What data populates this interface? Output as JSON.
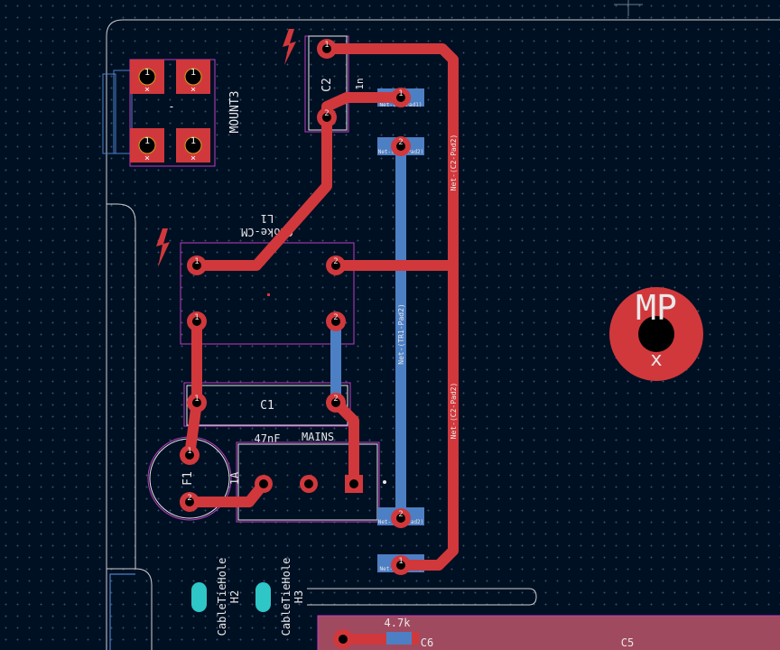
{
  "colors": {
    "background": "#001023",
    "front_copper": "#d1383c",
    "back_copper": "#4d7fc4",
    "silkscreen": "#e8e8e8",
    "courtyard": "#c03cc0",
    "board_outline": "#d0d0d0",
    "hole": "#000000",
    "cable_tie": "#2ec6c6",
    "zone_fill": "#a04a60"
  },
  "components": {
    "mount": {
      "ref": "MOUNT3",
      "pad_number": "1",
      "pad_mark": "×",
      "center_mark": "-"
    },
    "c2": {
      "ref": "C2",
      "value": "1n"
    },
    "l1": {
      "ref": "L1",
      "value": "Choke-CM"
    },
    "c1": {
      "ref": "C1",
      "value": "47nF"
    },
    "mains": {
      "ref": "MAINS"
    },
    "f1": {
      "ref": "F1",
      "value": "1A"
    },
    "mp": {
      "label": "MP",
      "mark": "x"
    },
    "h2": {
      "ref": "H2",
      "value": "CableTieHole"
    },
    "h3": {
      "ref": "H3",
      "value": "CableTieHole"
    },
    "r": {
      "value": "4.7k"
    },
    "c6": {
      "ref": "C6"
    },
    "c5": {
      "ref": "C5"
    }
  },
  "nets": {
    "c2_pad2": "Net-(C2-Pad2)",
    "tr1_pad2": "Net-(TR1-Pad2)",
    "pad1": "Net-(...Pad1)"
  },
  "pad_labels": {
    "one": "1",
    "two": "2"
  }
}
